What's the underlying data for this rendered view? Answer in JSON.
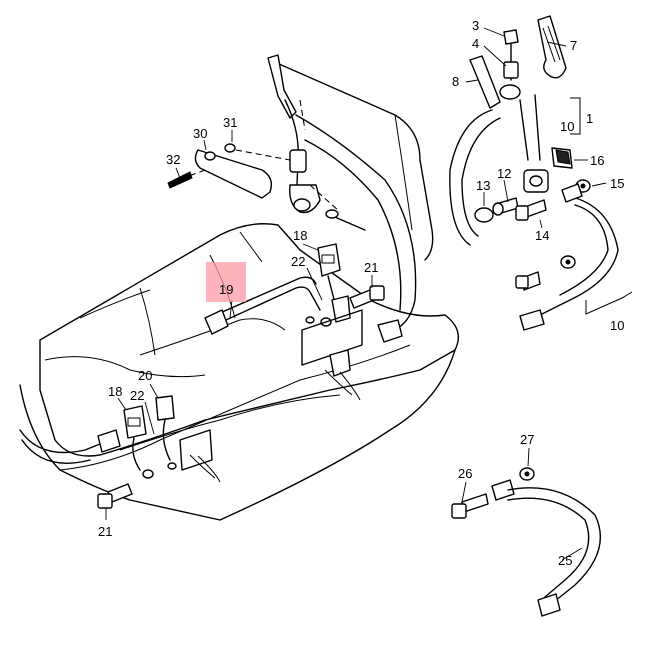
{
  "diagram": {
    "callouts": [
      "3",
      "4",
      "7",
      "8",
      "10",
      "1",
      "12",
      "13",
      "16",
      "15",
      "14",
      "10",
      "30",
      "31",
      "32",
      "18",
      "22",
      "21",
      "19",
      "20",
      "18",
      "22",
      "21",
      "27",
      "26",
      "25"
    ],
    "highlighted_callout": "19",
    "colors": {
      "line": "#000000",
      "background": "#ffffff",
      "highlight": "#ff9aa6"
    }
  }
}
